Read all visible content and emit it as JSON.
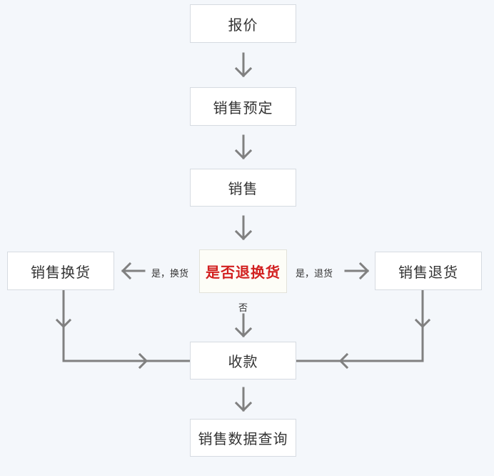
{
  "nodes": {
    "quote": "报价",
    "sales_reservation": "销售预定",
    "sales": "销售",
    "return_exchange_decision": "是否退换货",
    "sales_exchange": "销售换货",
    "sales_return": "销售退货",
    "payment_collection": "收款",
    "sales_data_query": "销售数据查询"
  },
  "edge_labels": {
    "yes_exchange": "是，换货",
    "yes_return": "是，退货",
    "no": "否"
  },
  "colors": {
    "background": "#f4f7fb",
    "node_fill": "#ffffff",
    "node_border": "#d6dbe1",
    "arrow": "#808080",
    "decision_text": "#d21f1f"
  }
}
